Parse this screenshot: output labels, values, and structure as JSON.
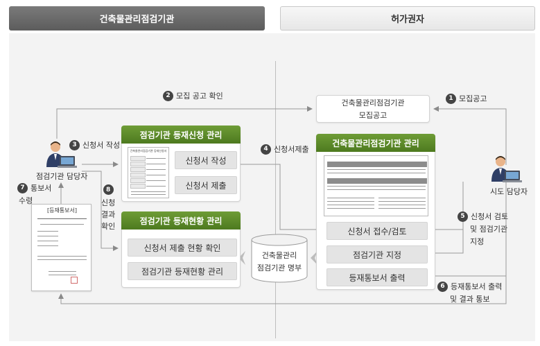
{
  "headers": {
    "left": "건축물관리점검기관",
    "right": "허가권자"
  },
  "steps": {
    "s1": {
      "num": "1",
      "label": "모집공고"
    },
    "s2": {
      "num": "2",
      "label": "모집 공고 확인"
    },
    "s3": {
      "num": "3",
      "label": "신청서 작성"
    },
    "s4": {
      "num": "4",
      "label": "신청서제출"
    },
    "s5": {
      "num": "5",
      "label_line1": "신청서 검토",
      "label_line2": "및 점검기관",
      "label_line3": "지정"
    },
    "s6": {
      "num": "6",
      "label_line1": "등재통보서 출력",
      "label_line2": "및 결과 통보"
    },
    "s7": {
      "num": "7",
      "label_line1": "통보서",
      "label_line2": "수령"
    },
    "s8": {
      "num": "8",
      "label_line1": "신청",
      "label_line2": "결과",
      "label_line3": "확인"
    }
  },
  "actors": {
    "inspector": "점검기관 담당자",
    "city": "시도 담당자"
  },
  "notice_box": {
    "line1": "건축물관리점검기관",
    "line2": "모집공고"
  },
  "registration_apply": {
    "title": "점검기관 등재신청 관리",
    "btn_write": "신청서 작성",
    "btn_submit": "신청서 제출",
    "doc_title": "건축물관리점검기관 등재신청서"
  },
  "registration_status": {
    "title": "점검기관 등재현황 관리",
    "btn_check": "신청서 제출 현황 확인",
    "btn_manage": "점검기관 등재현황 관리"
  },
  "admin_panel": {
    "title": "건축물관리점검기관 관리",
    "btn_receive": "신청서 접수/검토",
    "btn_designate": "점검기관 지정",
    "btn_print": "등재통보서 출력"
  },
  "database": {
    "line1": "건축물관리",
    "line2": "점검기관 명부"
  },
  "notice_doc": {
    "title": "[등재통보서]"
  },
  "colors": {
    "green_header": "#5a8a29",
    "dark_header": "#6b6b6b",
    "badge": "#444444"
  }
}
